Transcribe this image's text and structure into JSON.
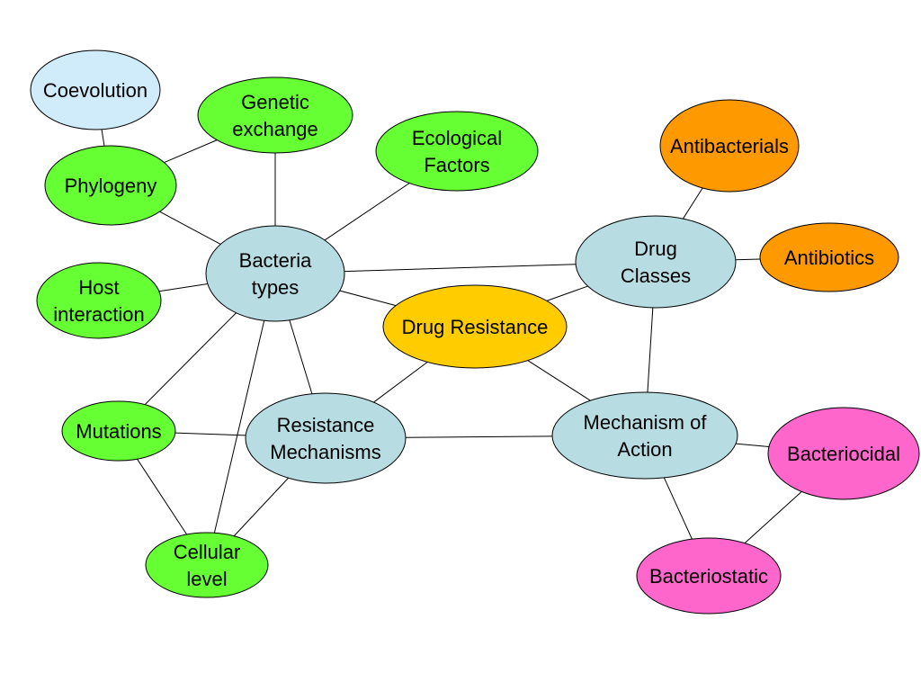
{
  "colors": {
    "blue": "#b7dde2",
    "light_blue": "#d0ebfa",
    "green": "#66ff33",
    "orange": "#ff9900",
    "yellow": "#ffcc00",
    "pink": "#ff66cc"
  },
  "nodes": {
    "coevolution": {
      "lines": [
        "Coevolution"
      ],
      "color": "light_blue"
    },
    "genetic_exchange": {
      "lines": [
        "Genetic",
        "exchange"
      ],
      "color": "green"
    },
    "ecological_factors": {
      "lines": [
        "Ecological",
        "Factors"
      ],
      "color": "green"
    },
    "phylogeny": {
      "lines": [
        "Phylogeny"
      ],
      "color": "green"
    },
    "host_interaction": {
      "lines": [
        "Host",
        "interaction"
      ],
      "color": "green"
    },
    "bacteria_types": {
      "lines": [
        "Bacteria",
        "types"
      ],
      "color": "blue"
    },
    "drug_resistance": {
      "lines": [
        "Drug Resistance"
      ],
      "color": "yellow"
    },
    "drug_classes": {
      "lines": [
        "Drug",
        "Classes"
      ],
      "color": "blue"
    },
    "antibacterials": {
      "lines": [
        "Antibacterials"
      ],
      "color": "orange"
    },
    "antibiotics": {
      "lines": [
        "Antibiotics"
      ],
      "color": "orange"
    },
    "mutations": {
      "lines": [
        "Mutations"
      ],
      "color": "green"
    },
    "resistance_mechanisms": {
      "lines": [
        "Resistance",
        "Mechanisms"
      ],
      "color": "blue"
    },
    "mechanism_of_action": {
      "lines": [
        "Mechanism of",
        "Action"
      ],
      "color": "blue"
    },
    "bacteriocidal": {
      "lines": [
        "Bacteriocidal"
      ],
      "color": "pink"
    },
    "cellular_level": {
      "lines": [
        "Cellular",
        "level"
      ],
      "color": "green"
    },
    "bacteriostatic": {
      "lines": [
        "Bacteriostatic"
      ],
      "color": "pink"
    }
  },
  "edges": [
    [
      "coevolution",
      "phylogeny"
    ],
    [
      "phylogeny",
      "genetic_exchange"
    ],
    [
      "phylogeny",
      "bacteria_types"
    ],
    [
      "genetic_exchange",
      "bacteria_types"
    ],
    [
      "ecological_factors",
      "bacteria_types"
    ],
    [
      "host_interaction",
      "bacteria_types"
    ],
    [
      "bacteria_types",
      "drug_classes"
    ],
    [
      "bacteria_types",
      "drug_resistance"
    ],
    [
      "bacteria_types",
      "mutations"
    ],
    [
      "bacteria_types",
      "resistance_mechanisms"
    ],
    [
      "bacteria_types",
      "cellular_level"
    ],
    [
      "drug_classes",
      "antibacterials"
    ],
    [
      "drug_classes",
      "antibiotics"
    ],
    [
      "drug_classes",
      "drug_resistance"
    ],
    [
      "drug_classes",
      "mechanism_of_action"
    ],
    [
      "drug_resistance",
      "resistance_mechanisms"
    ],
    [
      "drug_resistance",
      "mechanism_of_action"
    ],
    [
      "mutations",
      "resistance_mechanisms"
    ],
    [
      "mutations",
      "cellular_level"
    ],
    [
      "resistance_mechanisms",
      "cellular_level"
    ],
    [
      "resistance_mechanisms",
      "mechanism_of_action"
    ],
    [
      "mechanism_of_action",
      "bacteriocidal"
    ],
    [
      "mechanism_of_action",
      "bacteriostatic"
    ],
    [
      "bacteriocidal",
      "bacteriostatic"
    ]
  ]
}
